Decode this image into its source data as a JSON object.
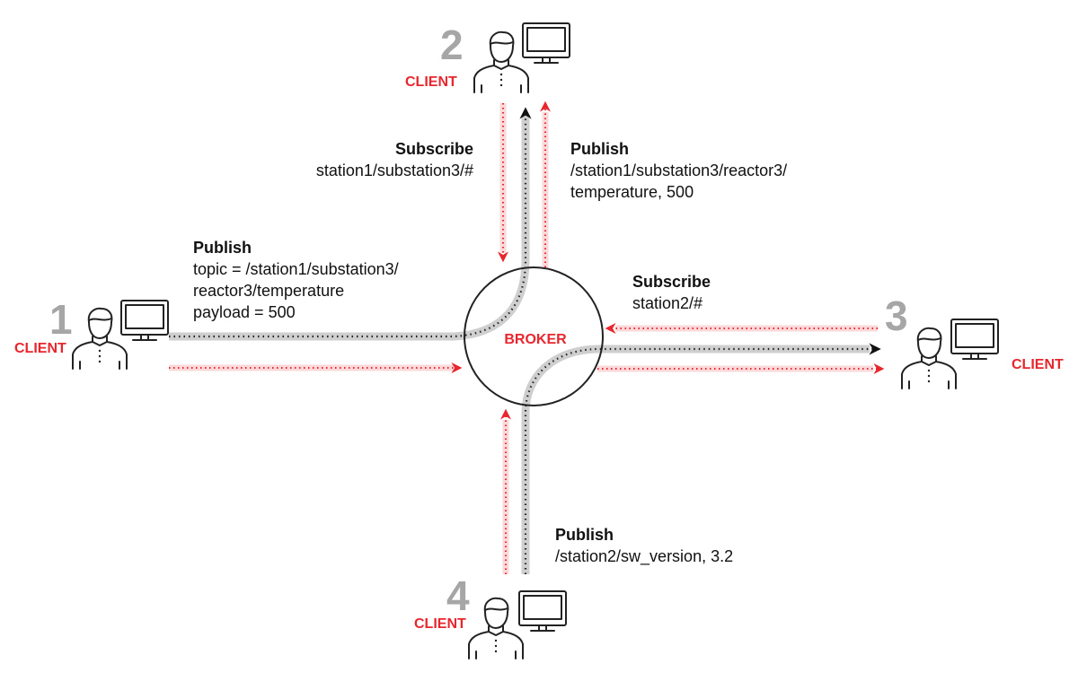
{
  "broker": {
    "label": "BROKER"
  },
  "clients": [
    {
      "number": "1",
      "label": "CLIENT"
    },
    {
      "number": "2",
      "label": "CLIENT"
    },
    {
      "number": "3",
      "label": "CLIENT"
    },
    {
      "number": "4",
      "label": "CLIENT"
    }
  ],
  "messages": {
    "client1_publish": {
      "title": "Publish",
      "lines": [
        "topic = /station1/substation3/",
        "reactor3/temperature",
        "payload = 500"
      ]
    },
    "client2_subscribe": {
      "title": "Subscribe",
      "lines": [
        "station1/substation3/#"
      ]
    },
    "client2_publish": {
      "title": "Publish",
      "lines": [
        "/station1/substation3/reactor3/",
        "temperature, 500"
      ]
    },
    "client3_subscribe": {
      "title": "Subscribe",
      "lines": [
        "station2/#"
      ]
    },
    "client4_publish": {
      "title": "Publish",
      "lines": [
        "/station2/sw_version, 3.2"
      ]
    }
  },
  "colors": {
    "accent": "#e8262e",
    "number": "#a6a6a6",
    "path": "#cfcfcf"
  }
}
